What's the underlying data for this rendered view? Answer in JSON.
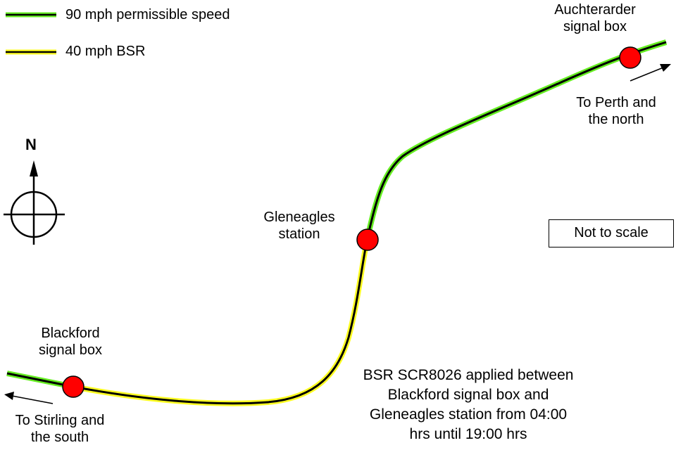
{
  "legend": {
    "items": [
      {
        "label": "90 mph permissible speed",
        "color": "#66ee22"
      },
      {
        "label": "40 mph BSR",
        "color": "#ffff22"
      }
    ]
  },
  "compass": {
    "label": "N"
  },
  "locations": {
    "auchterarder": {
      "line1": "Auchterarder",
      "line2": "signal box"
    },
    "gleneagles": {
      "line1": "Gleneagles",
      "line2": "station"
    },
    "blackford": {
      "line1": "Blackford",
      "line2": "signal box"
    }
  },
  "directions": {
    "north": {
      "line1": "To Perth and",
      "line2": "the north"
    },
    "south": {
      "line1": "To Stirling and",
      "line2": "the south"
    }
  },
  "scale_note": "Not to scale",
  "note": {
    "line1": "BSR SCR8026 applied between",
    "line2": "Blackford signal box and",
    "line3": "Gleneagles station from 04:00",
    "line4": "hrs until 19:00 hrs"
  },
  "colors": {
    "track": "#000000",
    "permissible": "#66ee22",
    "bsr": "#ffff22",
    "marker": "#ff0000"
  }
}
